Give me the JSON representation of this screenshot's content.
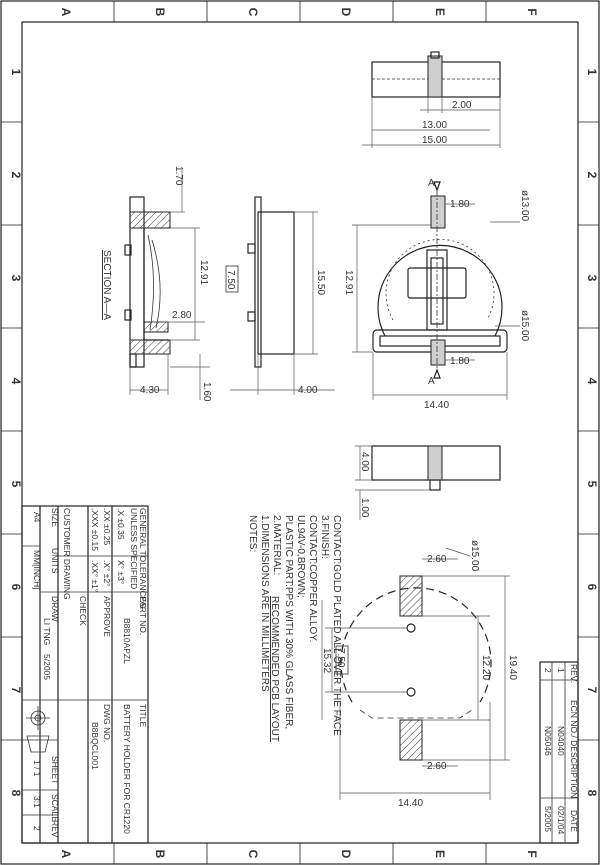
{
  "grid": {
    "columns": [
      "A",
      "B",
      "C",
      "D",
      "E",
      "F"
    ],
    "rows": [
      "1",
      "2",
      "3",
      "4",
      "5",
      "6",
      "7",
      "8"
    ]
  },
  "dimensions": {
    "top_gap": "2.00",
    "top_width1": "13.00",
    "top_width2": "15.00",
    "section_top": "1.70",
    "section_height": "12.91",
    "section_inner": "2.80",
    "section_width": "4.30",
    "section_bottom": "1.60",
    "side_box": "7.50",
    "side_height": "15.50",
    "side_width": "4.00",
    "front_tab": "1.80",
    "front_dia_inner": "ø13.00",
    "front_height": "12.91",
    "front_dia_outer": "ø15.00",
    "front_tab_bottom": "1.80",
    "front_width": "14.40",
    "bottom_height": "4.00",
    "bottom_pin": "1.00",
    "pcb_dia": "ø15.00",
    "pcb_pad_top": "2.60",
    "pcb_box": "7.50",
    "pcb_inner": "15.32",
    "pcb_height_inner": "12.20",
    "pcb_height_outer": "19.40",
    "pcb_pad_bottom": "2.60",
    "pcb_width": "14.40"
  },
  "labels": {
    "section": "SECTION  A—A",
    "section_a_top": "A",
    "section_a_bottom": "A",
    "recommended": "RECOMMENDED PCB LAYOUT"
  },
  "notes": {
    "title": "NOTES:",
    "lines": [
      "1.DIMENSIONS ARE IN MILLIMETERS",
      "2.MATERIAL:",
      "  PLASTIC PART:PPS WITH 30% GLASS FIBER,",
      "     UL94V-0,BROWN;",
      "  CONTACT:COPPER ALLOY.",
      "3.FINISH:",
      "  CONTACT:GOLD PLATED ALL OVER THE FACE"
    ]
  },
  "title_block": {
    "tolerance_title1": "GENERAL TOLERANCES",
    "tolerance_title2": "UNLESS SPECIFIED",
    "tol_x": ".X ±0.35",
    "tol_xx": ".XX ±0.25",
    "tol_xxx": ".XXX ±0.15",
    "tol_ang1": "X° ±3°",
    "tol_ang2": ".X° ±2°",
    "tol_ang3": ".XX° ±1°",
    "part_no_label": "PART NO.",
    "part_no": "B8810APZL",
    "approve": "APPROVE",
    "check": "CHECK",
    "draw": "DRAW",
    "drawer": "LI TNG",
    "draw_date": "5/2005",
    "customer": "CUSTOMER DRAWING",
    "size_label": "SIZE",
    "size": "A4",
    "units_label": "UNITS",
    "units": "MM[INCH]",
    "title_label": "TITLE",
    "title": "BATTERY HOLDER FOR CR1220",
    "dwg_label": "DWG NO.",
    "dwg_no": "B8BQCL001",
    "sheet_label": "SHEET",
    "sheet": "1 / 1",
    "scale_label": "SCALE",
    "scale": "3:1",
    "rev_label": "REV",
    "rev": "2"
  },
  "revision_table": {
    "headers": [
      "REV.",
      "ECN NO./ DESCRIPTION",
      "DATE"
    ],
    "rows": [
      [
        "1",
        "N04040",
        "02/1/04"
      ],
      [
        "2",
        "N05046",
        "5/2005"
      ]
    ]
  }
}
